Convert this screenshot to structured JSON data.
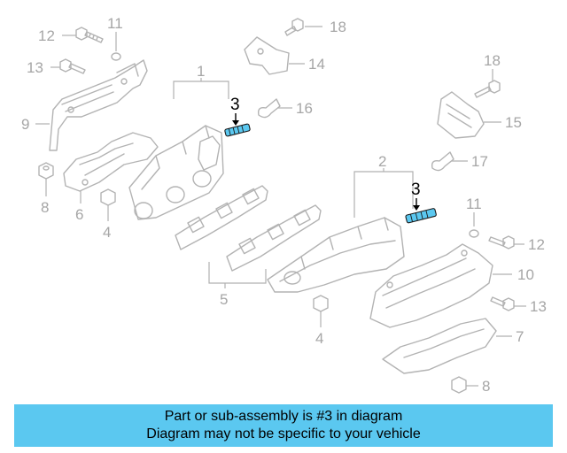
{
  "callouts": {
    "c1": "1",
    "c2": "2",
    "c3a": "3",
    "c3b": "3",
    "c4a": "4",
    "c4b": "4",
    "c5": "5",
    "c6": "6",
    "c7": "7",
    "c8a": "8",
    "c8b": "8",
    "c9": "9",
    "c10": "10",
    "c11a": "11",
    "c11b": "11",
    "c12a": "12",
    "c12b": "12",
    "c13a": "13",
    "c13b": "13",
    "c14": "14",
    "c15": "15",
    "c16": "16",
    "c17": "17",
    "c18a": "18",
    "c18b": "18"
  },
  "banner": {
    "line1": "Part or sub-assembly is #3 in diagram",
    "line2": "Diagram may not be specific to your vehicle"
  },
  "colors": {
    "highlight": "#5bc8f0",
    "part_line": "#b3b3b3",
    "callout_text": "#a6a6a6"
  },
  "highlighted_part": "3"
}
